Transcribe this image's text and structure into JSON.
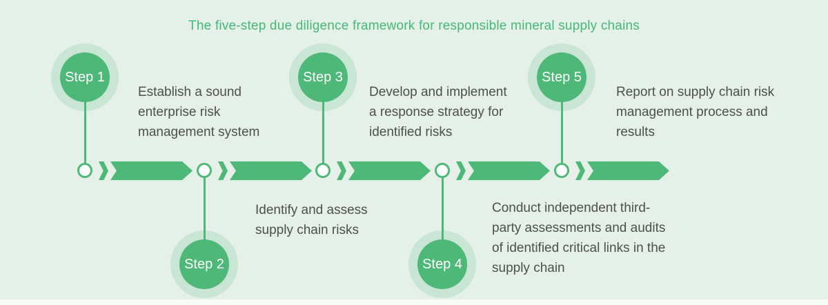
{
  "title": {
    "text": "The five-step due diligence framework for responsible mineral supply chains"
  },
  "colors": {
    "background": "#e4f0e8",
    "accent_green": "#4db878",
    "title_green": "#45ba77",
    "text_dark": "#4e4e4e",
    "node_fill": "#ffffff",
    "step_label_color": "#ffffff"
  },
  "steps": [
    {
      "label": "Step 1",
      "position": "top",
      "description": "Establish a sound\nenterprise risk\nmanagement system"
    },
    {
      "label": "Step 2",
      "position": "bottom",
      "description": "Identify and assess\nsupply chain risks"
    },
    {
      "label": "Step 3",
      "position": "top",
      "description": "Develop and implement\na response strategy for\nidentified risks"
    },
    {
      "label": "Step 4",
      "position": "bottom",
      "description": "Conduct independent third-\nparty assessments and audits\nof identified critical links in the\nsupply chain"
    },
    {
      "label": "Step 5",
      "position": "top",
      "description": "Report on supply chain risk\nmanagement process and\nresults"
    }
  ]
}
